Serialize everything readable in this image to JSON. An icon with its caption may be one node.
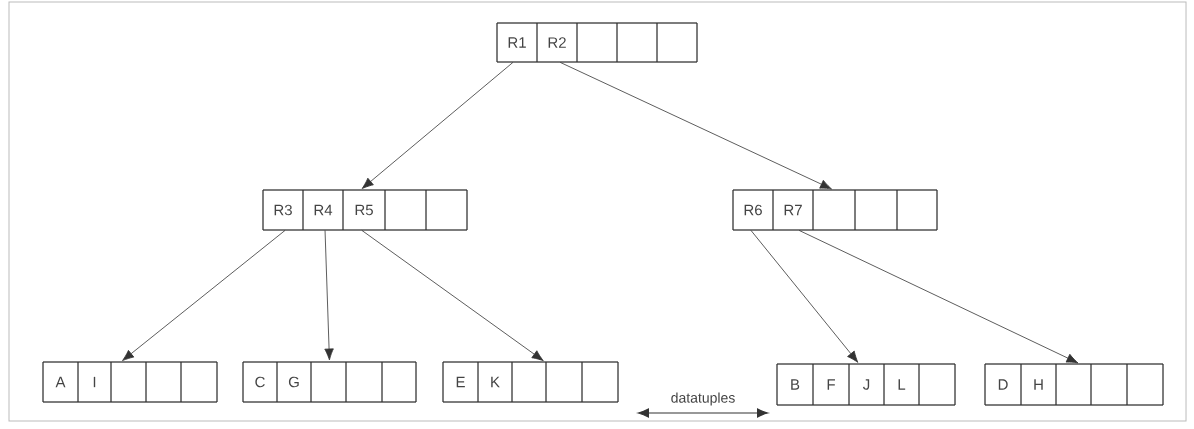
{
  "diagram": {
    "nodes": [
      {
        "text": [],
        "shape": "box"
      },
      {
        "text": [
          "R1"
        ],
        "in": 0
      },
      {
        "text": [
          "R2"
        ],
        "in": 0
      },
      {
        "text": [],
        "shape": "box",
        "in": 0
      },
      {
        "text": [],
        "shape": "box",
        "in": 0
      },
      {
        "text": [],
        "shape": "box",
        "in": 0
      },
      {
        "text": [],
        "shape": "box"
      },
      {
        "text": [
          "R3"
        ],
        "in": 6
      },
      {
        "text": [
          "R4"
        ],
        "in": 6
      },
      {
        "text": [
          "R5"
        ],
        "in": 6
      },
      {
        "text": [],
        "shape": "box",
        "in": 6
      },
      {
        "text": [],
        "shape": "box",
        "in": 6
      },
      {
        "text": [],
        "shape": "box"
      },
      {
        "text": [
          "R6"
        ],
        "in": 12
      },
      {
        "text": [
          "R7"
        ],
        "in": 12
      },
      {
        "text": [],
        "shape": "box",
        "in": 12
      },
      {
        "text": [],
        "shape": "box",
        "in": 12
      },
      {
        "text": [],
        "shape": "box",
        "in": 12
      },
      {
        "text": [],
        "shape": "box"
      },
      {
        "text": [
          "A"
        ],
        "in": 18
      },
      {
        "text": [
          "I"
        ],
        "in": 18
      },
      {
        "text": [],
        "shape": "box",
        "in": 18
      },
      {
        "text": [],
        "shape": "box",
        "in": 18
      },
      {
        "text": [],
        "shape": "box",
        "in": 18
      },
      {
        "text": [],
        "shape": "box"
      },
      {
        "text": [
          "C"
        ],
        "in": 24
      },
      {
        "text": [
          "G"
        ],
        "in": 24
      },
      {
        "text": [],
        "shape": "box",
        "in": 24
      },
      {
        "text": [],
        "shape": "box",
        "in": 24
      },
      {
        "text": [],
        "shape": "box",
        "in": 24
      },
      {
        "text": [],
        "shape": "box"
      },
      {
        "text": [
          "E"
        ],
        "in": 30
      },
      {
        "text": [
          "K"
        ],
        "in": 30
      },
      {
        "text": [],
        "shape": "box",
        "in": 30
      },
      {
        "text": [],
        "shape": "box",
        "in": 30
      },
      {
        "text": [],
        "shape": "box",
        "in": 30
      },
      {
        "text": [],
        "shape": "box"
      },
      {
        "text": [
          "B"
        ],
        "in": 36
      },
      {
        "text": [
          "F"
        ],
        "in": 36
      },
      {
        "text": [
          "J"
        ],
        "in": 36
      },
      {
        "text": [
          "L"
        ],
        "in": 36
      },
      {
        "text": [],
        "shape": "box",
        "in": 36
      },
      {
        "text": [],
        "shape": "box"
      },
      {
        "text": [
          "D"
        ],
        "in": 42
      },
      {
        "text": [
          "H"
        ],
        "in": 42
      },
      {
        "text": [],
        "shape": "box",
        "in": 42
      },
      {
        "text": [],
        "shape": "box",
        "in": 42
      },
      {
        "text": [],
        "shape": "box",
        "in": 42
      }
    ],
    "edges": [
      {
        "from": 1,
        "to": 6,
        "arrow": "to"
      },
      {
        "from": 2,
        "to": 12,
        "arrow": "to"
      },
      {
        "from": 7,
        "to": 18,
        "arrow": "to"
      },
      {
        "from": 8,
        "to": 24,
        "arrow": "to"
      },
      {
        "from": 9,
        "to": 30,
        "arrow": "to"
      },
      {
        "from": 13,
        "to": 36,
        "arrow": "to"
      },
      {
        "from": 14,
        "to": 42,
        "arrow": "to"
      }
    ],
    "labels": [
      "datatuples"
    ]
  }
}
